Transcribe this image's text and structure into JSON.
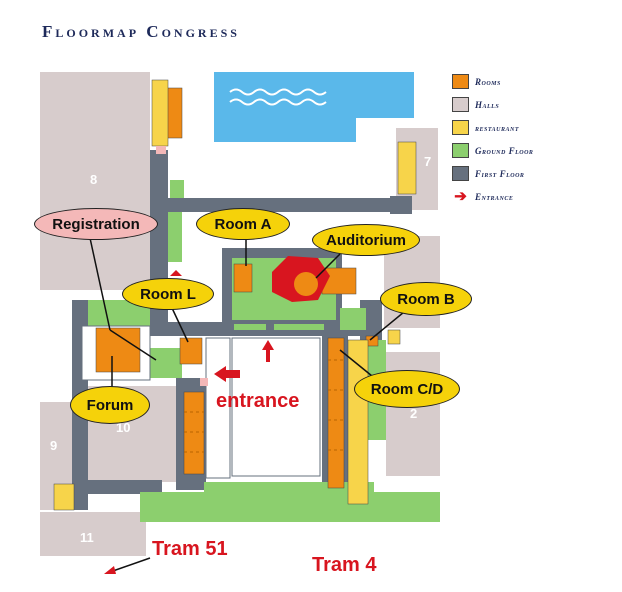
{
  "title": "Floormap Congress",
  "legend": {
    "rooms": {
      "label": "Rooms",
      "color": "#ee8a14"
    },
    "halls": {
      "label": "Halls",
      "color": "#d7cccc"
    },
    "restaurant": {
      "label": "restaurant",
      "color": "#f7d44a"
    },
    "ground_floor": {
      "label": "Ground Floor",
      "color": "#8ccf6e"
    },
    "first_floor": {
      "label": "First Floor",
      "color": "#66707e"
    },
    "entrance": {
      "label": "Entrance",
      "color": "#d8151f",
      "icon": "red-arrow-icon"
    }
  },
  "callouts": {
    "registration": "Registration",
    "room_a": "Room A",
    "auditorium": "Auditorium",
    "room_l": "Room L",
    "room_b": "Room B",
    "forum": "Forum",
    "room_cd": "Room C/D"
  },
  "labels": {
    "entrance": "entrance",
    "tram51": "Tram 51",
    "tram4": "Tram 4"
  },
  "buildings": {
    "b8": "8",
    "b7": "7",
    "b9": "9",
    "b10": "10",
    "b2": "2",
    "b11": "11"
  },
  "colors": {
    "water": "#5ab8ea",
    "hall": "#d7cccc",
    "first_floor": "#66707e",
    "ground": "#8ccf6e",
    "room": "#ee8a14",
    "restaurant": "#f7d44a",
    "entrance": "#d8151f"
  }
}
